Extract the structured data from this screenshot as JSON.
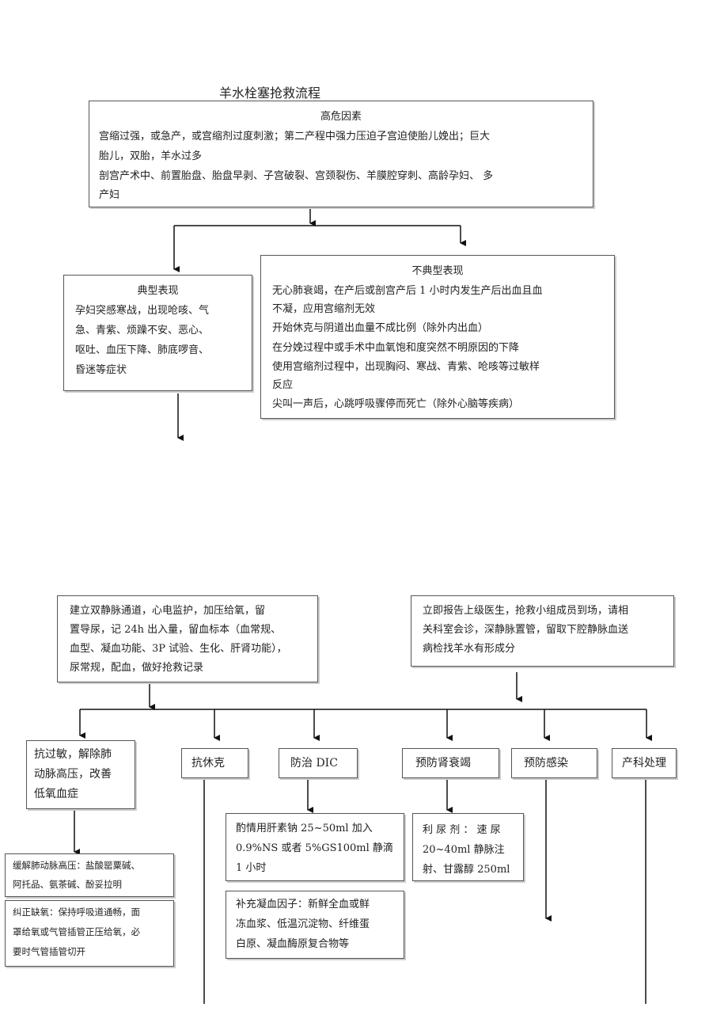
{
  "title": "羊水栓塞抢救流程",
  "risk": {
    "heading": "高危因素",
    "lines": [
      "宫缩过强，或急产，或宫缩剂过度刺激；第二产程中强力压迫子宫迫使胎儿娩出；巨大",
      "胎儿，双胎，羊水过多",
      "剖宫产术中、前置胎盘、胎盘早剥、子宫破裂、宫颈裂伤、羊膜腔穿刺、高龄孕妇、 多",
      "产妇"
    ]
  },
  "typical": {
    "heading": "典型表现",
    "lines": [
      "孕妇突感寒战，出现呛咳、气",
      "急、青紫、烦躁不安、恶心、",
      "呕吐、血压下降、肺底啰音、",
      "昏迷等症状"
    ]
  },
  "atypical": {
    "heading": "不典型表现",
    "lines": [
      "无心肺衰竭，在产后或剖宫产后 1 小时内发生产后出血且血",
      "不凝，应用宫缩剂无效",
      "开始休克与阴道出血量不成比例（除外内出血）",
      "在分娩过程中或手术中血氧饱和度突然不明原因的下降",
      "使用宫缩剂过程中，出现胸闷、寒战、青紫、呛咳等过敏样",
      "反应",
      "尖叫一声后，心跳呼吸骤停而死亡（除外心脑等疾病）"
    ]
  },
  "left_action": {
    "lines": [
      "建立双静脉通道，心电监护，加压给氧，留",
      "置导尿，记 24h 出入量，留血标本（血常规、",
      "血型、凝血功能、3P 试验、生化、肝肾功能），",
      "尿常规，配血，做好抢救记录"
    ]
  },
  "right_action": {
    "lines": [
      "立即报告上级医生，抢救小组成员到场，请相",
      "关科室会诊，深静脉置管，留取下腔静脉血送",
      "病检找羊水有形成分"
    ]
  },
  "branches": {
    "anti_allergy": [
      "抗过敏，解除肺",
      "动脉高压，改善",
      "低氧血症"
    ],
    "anti_shock": "抗休克",
    "dic": "防治 DIC",
    "renal": "预防肾衰竭",
    "infection": "预防感染",
    "obstetric": "产科处理"
  },
  "pulmonary": [
    "缓解肺动脉高压：盐酸罂粟碱、",
    "阿托品、氨茶碱、酚妥拉明"
  ],
  "hypoxia": [
    "纠正缺氧：保持呼吸道通畅，面",
    "罩给氧或气管插管正压给氧，必",
    "要时气管插管切开"
  ],
  "heparin": [
    "酌情用肝素钠 25~50ml 加入",
    "0.9%NS 或者 5%GS100ml 静滴",
    "1 小时"
  ],
  "clotting": [
    "补充凝血因子：新鲜全血或鲜",
    "冻血浆、低温沉淀物、纤维蛋",
    "白原、凝血酶原复合物等"
  ],
  "diuretic": [
    "利 尿 剂 ： 速 尿",
    "20~40ml 静脉注",
    "射、甘露醇 250ml"
  ]
}
